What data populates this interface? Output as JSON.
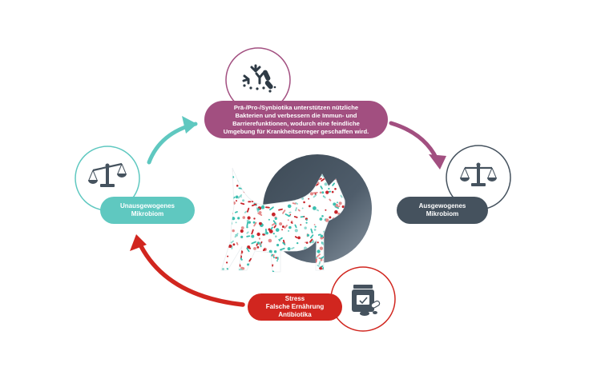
{
  "colors": {
    "magenta": "#a24f80",
    "teal": "#5fc8c0",
    "slate": "#45525e",
    "red": "#d1261f",
    "dot_red": "#c8242a",
    "dot_teal": "#3cbfb0"
  },
  "nodes": {
    "top": {
      "text": "Prä-/Pro-/Synbiotika unterstützen nützliche\nBakterien und verbessern die Immun- und\nBarrierefunktionen, wodurch eine feindliche\nUmgebung für Krankheitserreger geschaffen wird.",
      "icon": "bacteria-antibody-icon"
    },
    "left": {
      "text": "Unausgewogenes\nMikrobiom",
      "icon": "unbalanced-scale-icon"
    },
    "right": {
      "text": "Ausgewogenes\nMikrobiom",
      "icon": "balanced-scale-icon"
    },
    "bottom": {
      "text": "Stress\nFalsche Ernährung\nAntibiotika",
      "icon": "medicine-jar-icon"
    }
  },
  "center": {
    "image": "cat-silhouette-microbiome-pattern"
  }
}
